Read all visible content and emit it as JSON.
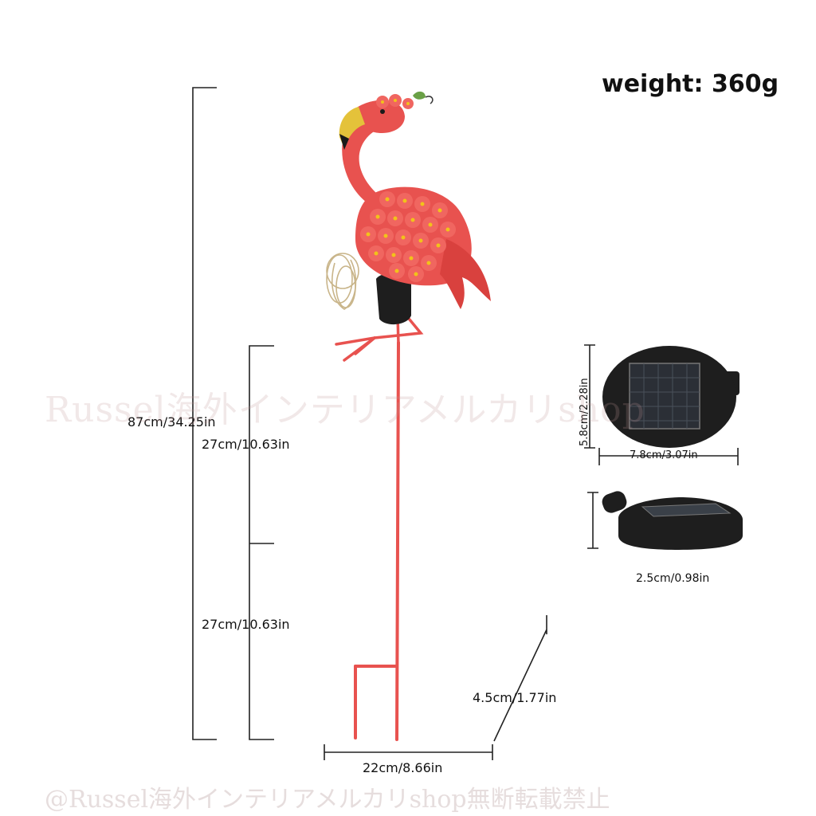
{
  "weight": "weight: 360g",
  "dimensions": {
    "total_height": "87cm/34.25in",
    "upper_section": "27cm/10.63in",
    "lower_section": "27cm/10.63in",
    "width": "22cm/8.66in",
    "depth": "4.5cm/1.77in"
  },
  "solar_panel": {
    "height": "5.8cm/2.28in",
    "width": "7.8cm/3.07in",
    "thickness": "2.5cm/0.98in"
  },
  "watermarks": {
    "center": "Russel海外インテリアメルカリshop",
    "footer": "@Russel海外インテリアメルカリshop無断転載禁止"
  },
  "colors": {
    "flamingo": "#e8524f",
    "flamingo_dark": "#c8332f",
    "flower_center": "#f2c21a",
    "beak_yellow": "#e4c23a",
    "beak_black": "#1a1a1a",
    "panel_black": "#1e1e1e",
    "dimension_line": "#222222"
  }
}
